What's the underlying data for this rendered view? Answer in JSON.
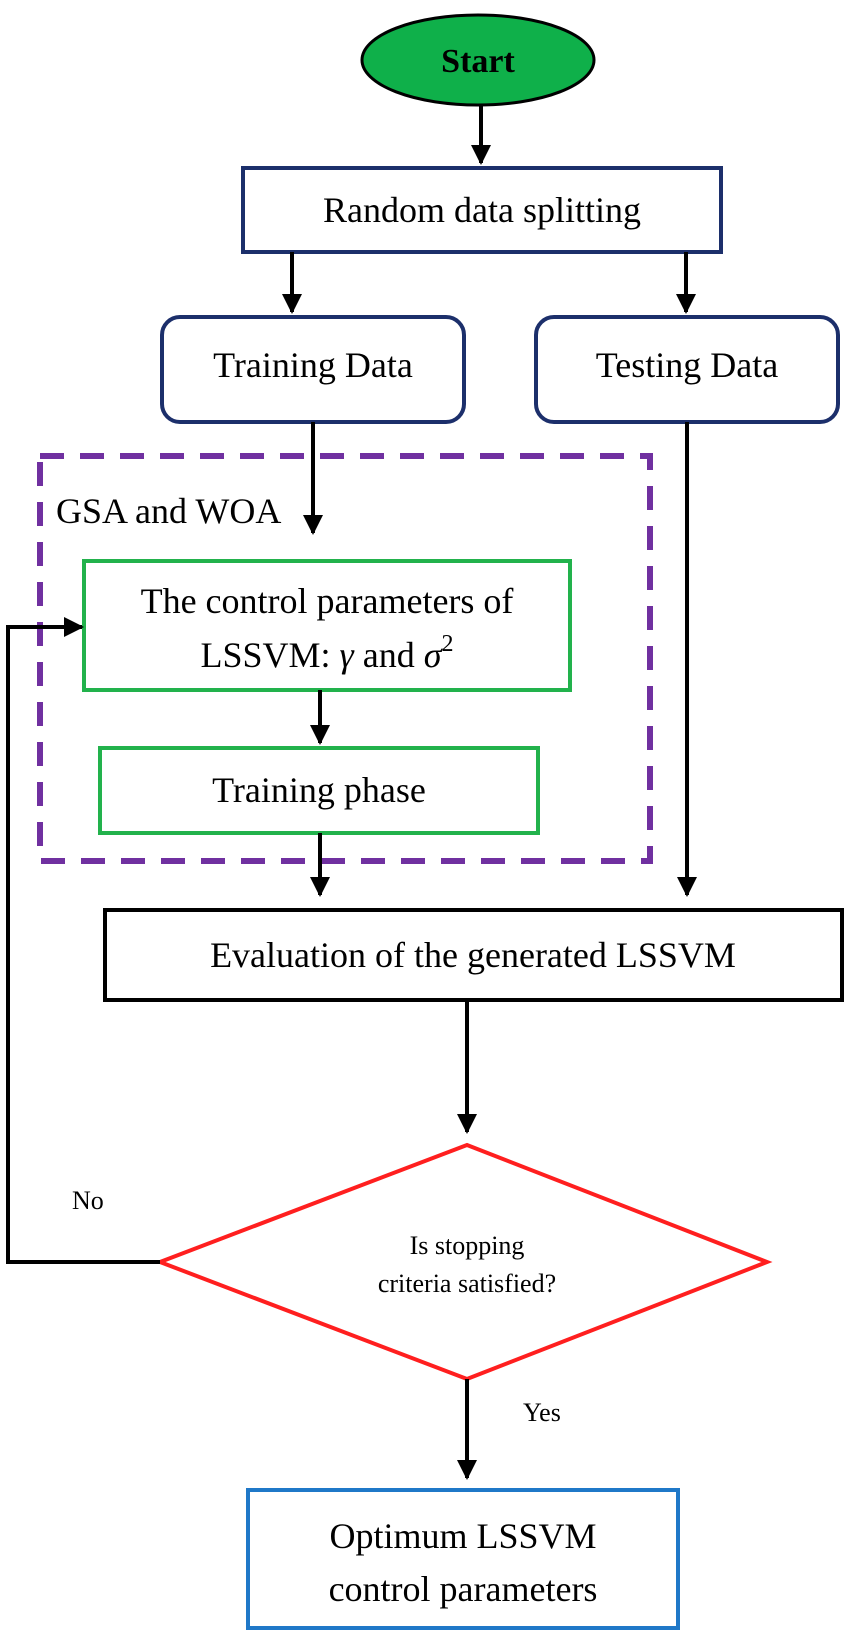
{
  "nodes": {
    "start": "Start",
    "split": "Random data splitting",
    "training_data": "Training Data",
    "testing_data": "Testing Data",
    "group_label": "GSA and WOA",
    "params_line1": "The control parameters of",
    "params_line2_prefix": "LSSVM: ",
    "params_gamma": "γ",
    "params_and": " and ",
    "params_sigma": "σ",
    "params_sup": "2",
    "training_phase": "Training phase",
    "evaluation": "Evaluation of the generated LSSVM",
    "decision_line1": "Is stopping",
    "decision_line2": "criteria satisfied?",
    "optimum_line1": "Optimum LSSVM",
    "optimum_line2": "control parameters"
  },
  "edges": {
    "no": "No",
    "yes": "Yes"
  },
  "colors": {
    "start_fill": "#0fb04a",
    "navy_border": "#1c2f6b",
    "group_dash": "#7030a0",
    "green_border": "#22b24c",
    "black_border": "#000000",
    "decision_border": "#ff1f1f",
    "optimum_border": "#1f78c8"
  }
}
